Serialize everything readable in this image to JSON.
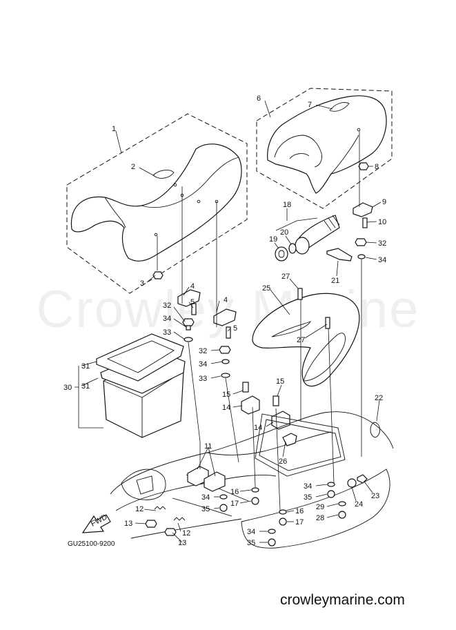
{
  "watermark": "Crowley Marine",
  "drawing_code": "GU25100-9200",
  "footer": "crowleymarine.com",
  "fwd_label": "FWD",
  "callouts": [
    {
      "id": "c1",
      "text": "1"
    },
    {
      "id": "c2",
      "text": "2"
    },
    {
      "id": "c3",
      "text": "3"
    },
    {
      "id": "c4a",
      "text": "4"
    },
    {
      "id": "c4b",
      "text": "4"
    },
    {
      "id": "c5a",
      "text": "5"
    },
    {
      "id": "c5b",
      "text": "5"
    },
    {
      "id": "c6",
      "text": "6"
    },
    {
      "id": "c7",
      "text": "7"
    },
    {
      "id": "c8",
      "text": "8"
    },
    {
      "id": "c9",
      "text": "9"
    },
    {
      "id": "c10",
      "text": "10"
    },
    {
      "id": "c11",
      "text": "11"
    },
    {
      "id": "c12a",
      "text": "12"
    },
    {
      "id": "c12b",
      "text": "12"
    },
    {
      "id": "c13a",
      "text": "13"
    },
    {
      "id": "c13b",
      "text": "13"
    },
    {
      "id": "c14a",
      "text": "14"
    },
    {
      "id": "c14b",
      "text": "14"
    },
    {
      "id": "c15a",
      "text": "15"
    },
    {
      "id": "c15b",
      "text": "15"
    },
    {
      "id": "c16a",
      "text": "16"
    },
    {
      "id": "c16b",
      "text": "16"
    },
    {
      "id": "c17a",
      "text": "17"
    },
    {
      "id": "c17b",
      "text": "17"
    },
    {
      "id": "c18",
      "text": "18"
    },
    {
      "id": "c19",
      "text": "19"
    },
    {
      "id": "c20",
      "text": "20"
    },
    {
      "id": "c21",
      "text": "21"
    },
    {
      "id": "c22",
      "text": "22"
    },
    {
      "id": "c23",
      "text": "23"
    },
    {
      "id": "c24",
      "text": "24"
    },
    {
      "id": "c25",
      "text": "25"
    },
    {
      "id": "c26",
      "text": "26"
    },
    {
      "id": "c27a",
      "text": "27"
    },
    {
      "id": "c27b",
      "text": "27"
    },
    {
      "id": "c28",
      "text": "28"
    },
    {
      "id": "c29",
      "text": "29"
    },
    {
      "id": "c30",
      "text": "30"
    },
    {
      "id": "c31a",
      "text": "31"
    },
    {
      "id": "c31b",
      "text": "31"
    },
    {
      "id": "c32a",
      "text": "32"
    },
    {
      "id": "c32b",
      "text": "32"
    },
    {
      "id": "c32c",
      "text": "32"
    },
    {
      "id": "c33a",
      "text": "33"
    },
    {
      "id": "c33b",
      "text": "33"
    },
    {
      "id": "c34a",
      "text": "34"
    },
    {
      "id": "c34b",
      "text": "34"
    },
    {
      "id": "c34c",
      "text": "34"
    },
    {
      "id": "c34d",
      "text": "34"
    },
    {
      "id": "c34e",
      "text": "34"
    },
    {
      "id": "c34f",
      "text": "34"
    },
    {
      "id": "c35a",
      "text": "35"
    },
    {
      "id": "c35b",
      "text": "35"
    },
    {
      "id": "c35c",
      "text": "35"
    }
  ]
}
